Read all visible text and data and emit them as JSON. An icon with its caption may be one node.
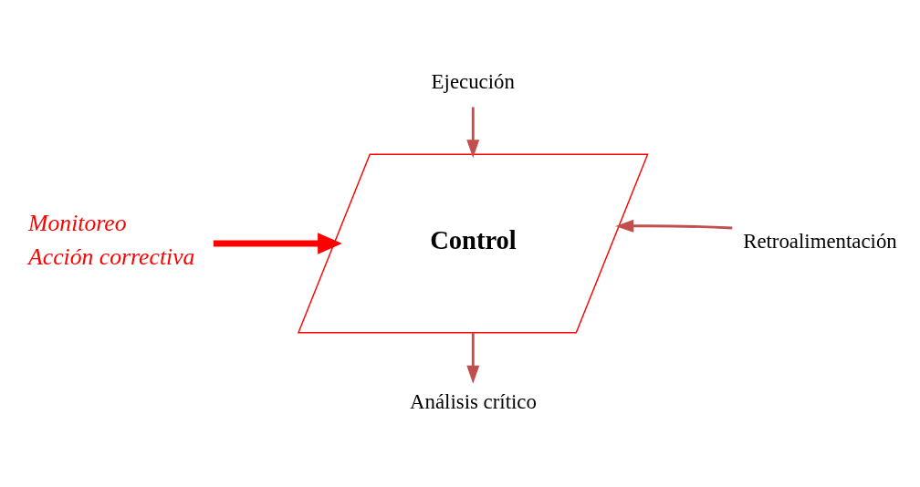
{
  "diagram": {
    "nodes": [
      {
        "text": [
          "Control"
        ]
      },
      {
        "text": [
          "Ejecución"
        ]
      },
      {
        "text": [
          "Monitoreo",
          "Acción correctiva"
        ]
      },
      {
        "text": [
          "Retroalimentación"
        ]
      },
      {
        "text": [
          "Análisis crítico"
        ]
      }
    ],
    "edges": [
      {
        "from": 1,
        "to": 0,
        "arrow": "to"
      },
      {
        "from": 2,
        "to": 0,
        "arrow": "to",
        "style": "thick",
        "color": "#ff0000"
      },
      {
        "from": 3,
        "to": 0,
        "arrow": "to"
      },
      {
        "from": 0,
        "to": 4,
        "arrow": "to"
      }
    ]
  }
}
